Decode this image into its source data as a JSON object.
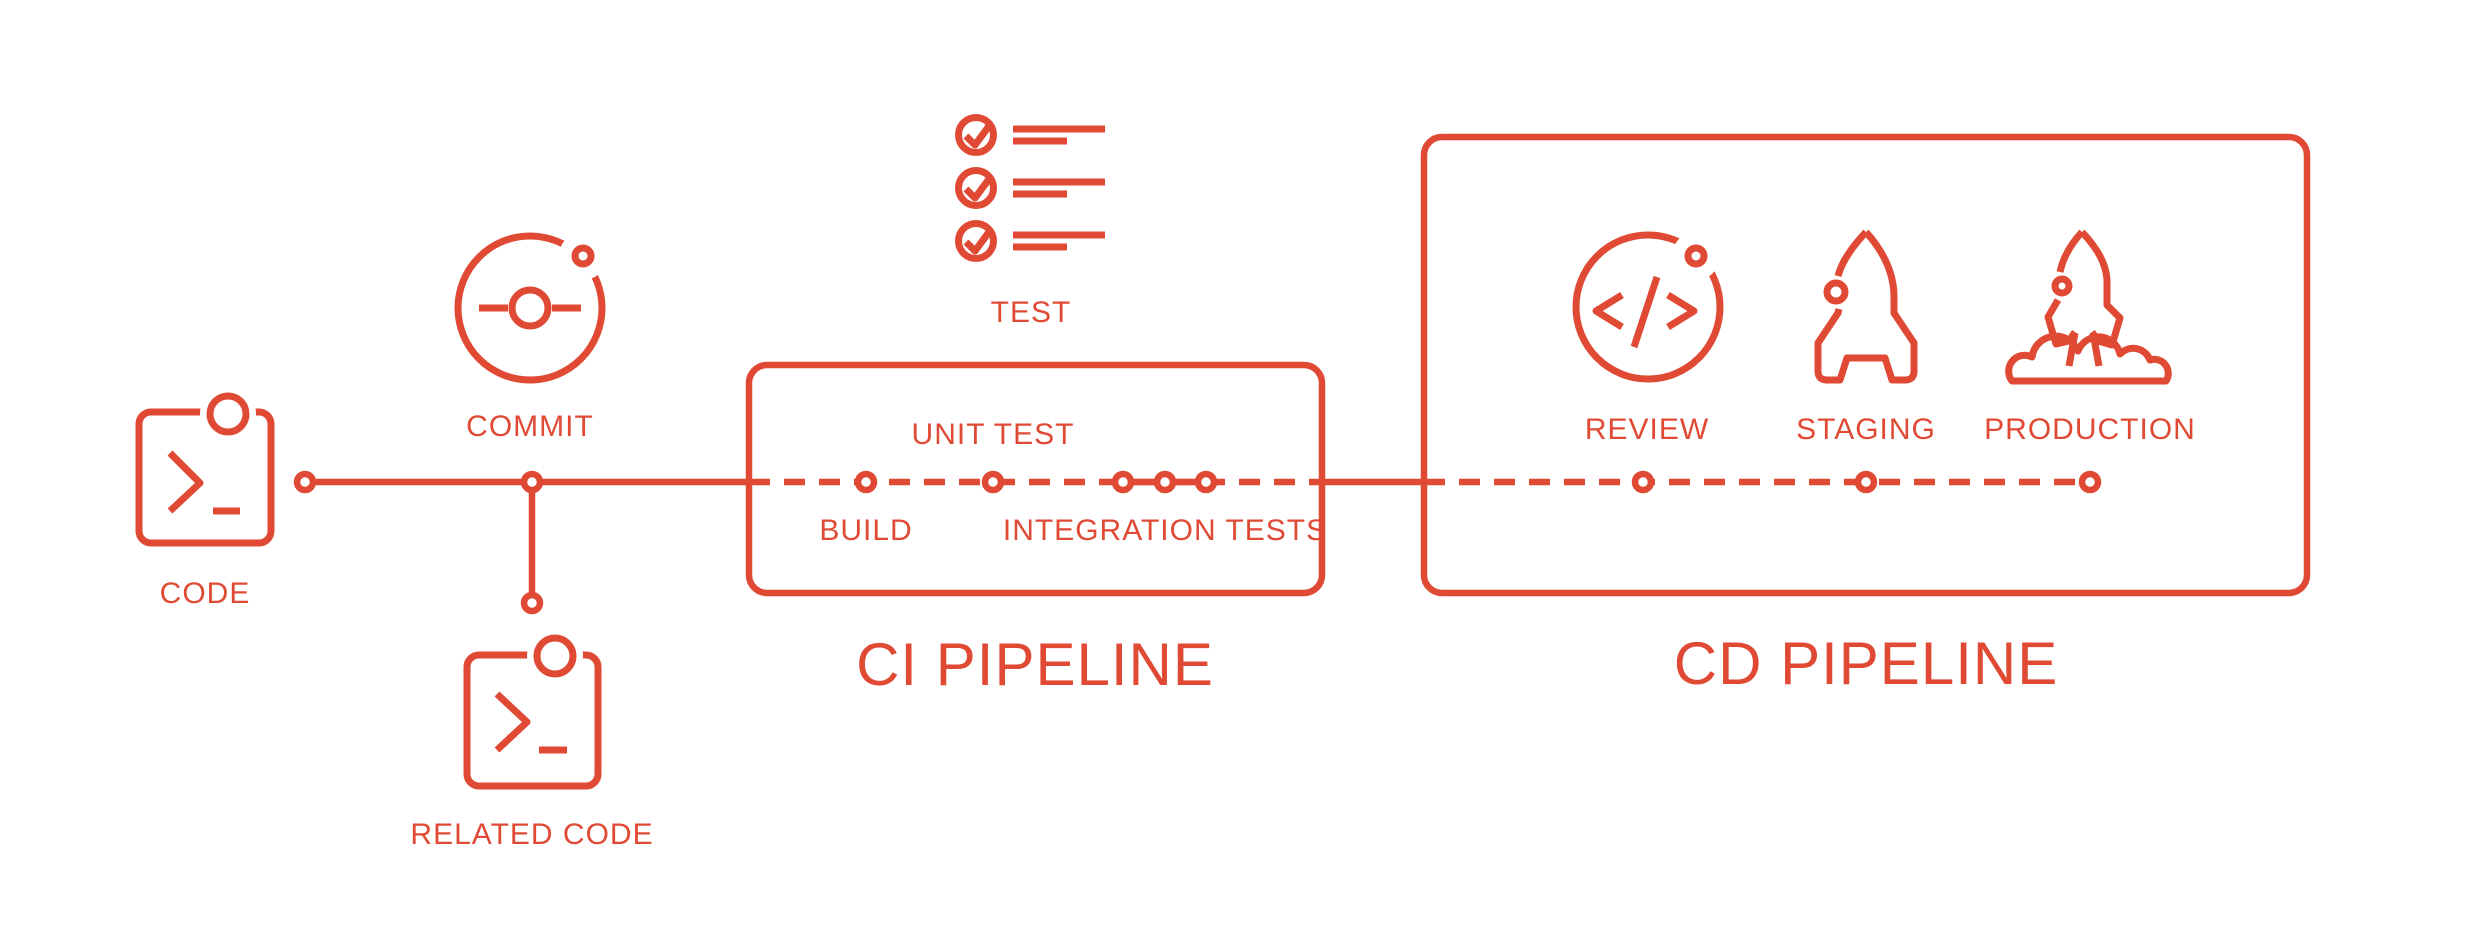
{
  "diagram": {
    "accent_color": "#E04A34",
    "background_color": "#FFFFFF",
    "source": {
      "code_label": "CODE",
      "commit_label": "COMMIT",
      "related_code_label": "RELATED CODE",
      "test_label": "TEST"
    },
    "ci": {
      "title": "CI PIPELINE",
      "stages": [
        {
          "label": "BUILD"
        },
        {
          "label": "UNIT TEST"
        },
        {
          "label": "INTEGRATION TESTS"
        }
      ]
    },
    "cd": {
      "title": "CD PIPELINE",
      "stages": [
        {
          "label": "REVIEW"
        },
        {
          "label": "STAGING"
        },
        {
          "label": "PRODUCTION"
        }
      ]
    }
  }
}
